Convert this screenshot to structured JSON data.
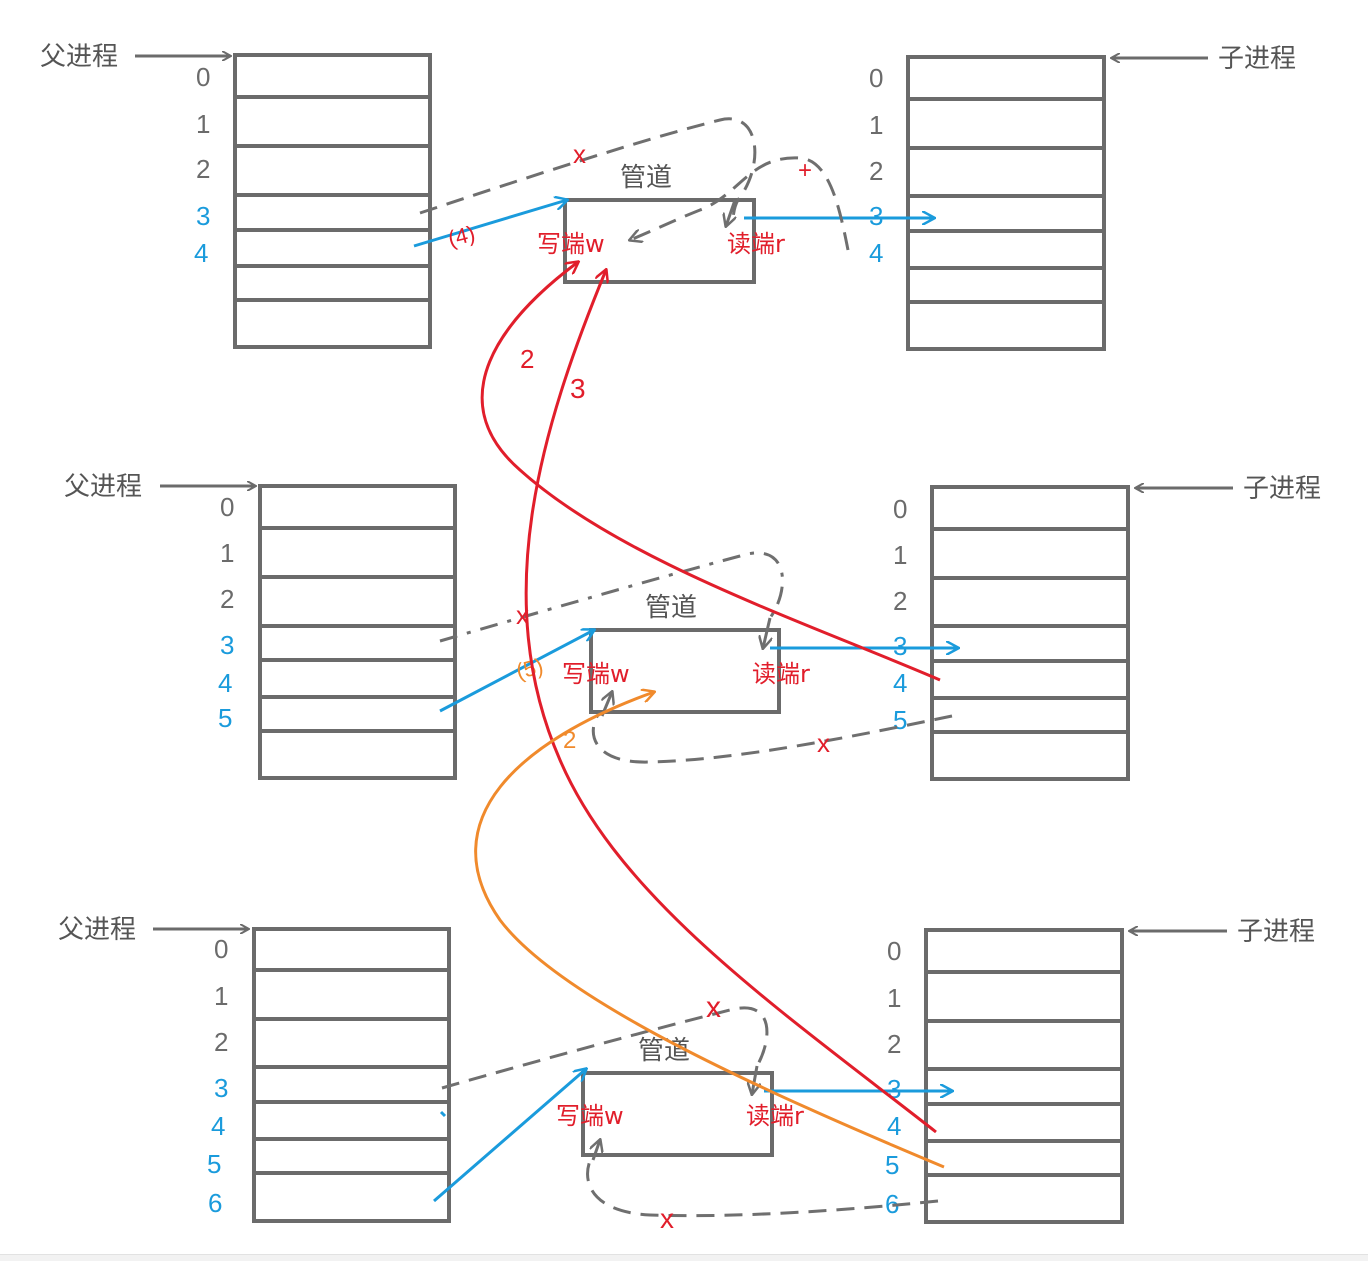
{
  "labels": {
    "parent": "父进程",
    "child": "子进程",
    "pipe": "管道",
    "write_end": "写端w",
    "read_end": "读端r"
  },
  "marks": {
    "x": "x",
    "plus": "+",
    "step_2": "2",
    "step_3": "3",
    "step_2_orange": "2",
    "note_top": "(4)",
    "note_mid": "(5)"
  },
  "panels": [
    {
      "id": "top",
      "parent_fd_labels": [
        "0",
        "1",
        "2",
        "3",
        "4"
      ],
      "child_fd_labels": [
        "0",
        "1",
        "2",
        "3",
        "4"
      ]
    },
    {
      "id": "middle",
      "parent_fd_labels": [
        "0",
        "1",
        "2",
        "3",
        "4",
        "5"
      ],
      "child_fd_labels": [
        "0",
        "1",
        "2",
        "3",
        "4",
        "5"
      ]
    },
    {
      "id": "bottom",
      "parent_fd_labels": [
        "0",
        "1",
        "2",
        "3",
        "4",
        "5",
        "6"
      ],
      "child_fd_labels": [
        "0",
        "1",
        "2",
        "3",
        "4",
        "5",
        "6"
      ]
    }
  ],
  "colors": {
    "gray": "#6b6b6b",
    "blue": "#1a9bdc",
    "red": "#e11e2b",
    "orange": "#f08a2c",
    "dash": "#6f6f6f"
  }
}
